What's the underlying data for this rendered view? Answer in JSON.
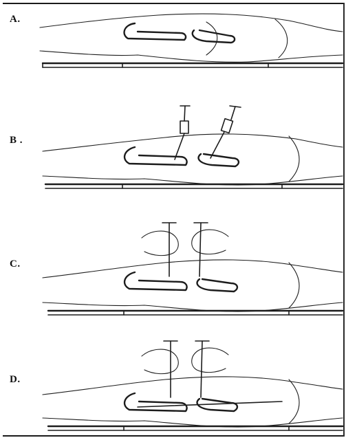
{
  "figure": {
    "panels": [
      {
        "label": "A."
      },
      {
        "label": "B ."
      },
      {
        "label": "C."
      },
      {
        "label": "D."
      }
    ]
  }
}
